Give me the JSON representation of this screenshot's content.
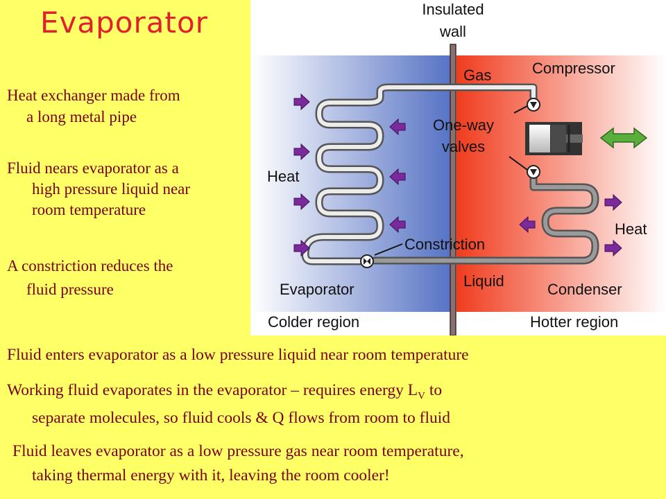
{
  "slide": {
    "title": "Evaporator",
    "bullets": [
      {
        "line1": "Heat exchanger made from",
        "line2": "a long metal pipe"
      },
      {
        "line1": "Fluid nears evaporator as a",
        "line2": "high pressure liquid near",
        "line3": "room temperature"
      },
      {
        "line1": "A constriction reduces the",
        "line2": "fluid pressure"
      }
    ],
    "bottom": [
      {
        "line1": "Fluid enters evaporator as a low pressure liquid near room temperature"
      },
      {
        "line1_pre": "Working fluid evaporates in the evaporator – requires energy L",
        "line1_sub": "V",
        "line1_post": " to",
        "line2": "separate molecules, so fluid cools & Q flows from room to fluid"
      },
      {
        "line1": "Fluid leaves evaporator as a low pressure gas near room temperature,",
        "line2": "taking thermal energy with it, leaving the room cooler!"
      }
    ]
  },
  "diagram": {
    "insulated_line1": "Insulated",
    "insulated_line2": "wall",
    "gas": "Gas",
    "compressor": "Compressor",
    "oneway_line1": "One-way",
    "oneway_line2": "valves",
    "heat_left": "Heat",
    "heat_right": "Heat",
    "constriction": "Constriction",
    "liquid": "Liquid",
    "evaporator": "Evaporator",
    "condenser": "Condenser",
    "colder": "Colder region",
    "hotter": "Hotter region",
    "colors": {
      "cold": "#5572c4",
      "hot": "#f03c1e",
      "arrow": "#7a2a9a",
      "double_arrow": "#5aae3c"
    }
  }
}
